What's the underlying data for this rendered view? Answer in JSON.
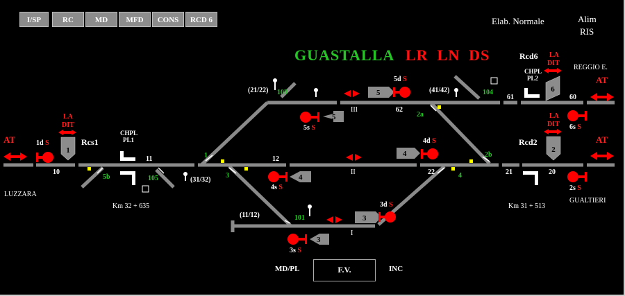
{
  "toolbar": {
    "buttons": [
      "I/SP",
      "RC",
      "MD",
      "MFD",
      "CONS",
      "RCD 6"
    ]
  },
  "header": {
    "status": "Elab. Normale",
    "alim_line1": "Alim",
    "alim_line2": "RIS",
    "station_name": "GUASTALLA",
    "flags": "LR  LN  DS"
  },
  "colors": {
    "signal_red": "#ff0000",
    "track_gray": "#8a8a8a",
    "green_text": "#27c427",
    "yellow_marker": "#ffff00"
  },
  "places": {
    "west": "LUZZARA",
    "east_north": "REGGIO E.",
    "east_south": "GUALTIERI",
    "km_west": "Km 32 + 635",
    "km_east": "Km 31 + 513"
  },
  "blocks": {
    "rcs1": "Rcs1",
    "rcd2": "Rcd2",
    "rcd6": "Rcd6",
    "chpl_pl1_a": "CHPL",
    "chpl_pl1_b": "PL1",
    "chpl_pl2_a": "CHPL",
    "chpl_pl2_b": "PL2",
    "at_left": "AT",
    "at_right_top": "AT",
    "at_right_mid": "AT",
    "ladit_left_a": "LA",
    "ladit_left_b": "DIT",
    "ladit_rcd6_a": "LA",
    "ladit_rcd6_b": "DIT",
    "ladit_rcd2_a": "LA",
    "ladit_rcd2_b": "DIT",
    "rcs1_num": "1",
    "rcd2_num": "2",
    "rcd6_num": "6"
  },
  "track_labels": {
    "t10": "10",
    "t11": "11",
    "t12": "12",
    "t22": "22",
    "t21": "21",
    "t20": "20",
    "t62": "62",
    "t61": "61",
    "t60": "60",
    "track_I": "I",
    "track_II": "II",
    "track_III": "III",
    "pl_2122": "(21/22)",
    "pl_4142": "(41/42)",
    "pl_3132": "(31/32)",
    "pl_1112": "(11/12)"
  },
  "switches": {
    "sw103": "103",
    "sw104": "104",
    "sw105": "105",
    "sw101": "101",
    "sw1": "1",
    "sw3": "3",
    "sw2a": "2a",
    "sw2b": "2b",
    "sw4": "4",
    "sw5b": "5b"
  },
  "signals": {
    "s1d": "1d",
    "s1d_flag": "S",
    "s5d": "5d",
    "s5d_flag": "S",
    "s5s": "5s",
    "s5s_flag": "S",
    "s4d": "4d",
    "s4d_flag": "S",
    "s4s": "4s",
    "s4s_flag": "S",
    "s3d": "3d",
    "s3d_flag": "S",
    "s3s": "3s",
    "s3s_flag": "S",
    "s6s": "6s",
    "s6s_flag": "S",
    "s2s": "2s",
    "s2s_flag": "S"
  },
  "route_boxes": {
    "b5_top": "5",
    "b5_low": "5",
    "b4_top": "4",
    "b4_low": "4",
    "b3_top": "3",
    "b3_low": "3"
  },
  "bottom": {
    "left": "MD/PL",
    "center": "F.V.",
    "right": "INC"
  }
}
